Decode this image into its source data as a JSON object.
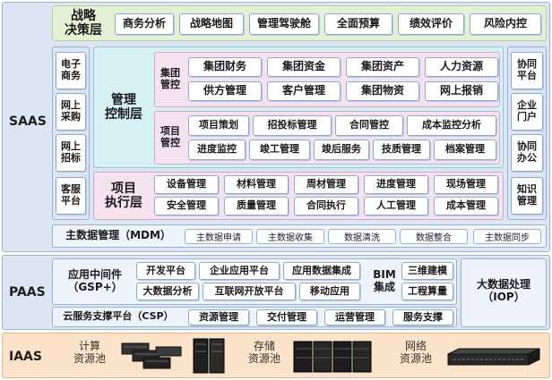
{
  "layers": {
    "saas": "SAAS",
    "paas": "PAAS",
    "iaas": "IAAS"
  },
  "strategy": {
    "title_line1": "战略",
    "title_line2": "决策层",
    "items": [
      "商务分析",
      "战略地图",
      "管理驾驶舱",
      "全面预算",
      "绩效评价",
      "风险内控"
    ]
  },
  "left_col": [
    "电子\n商务",
    "网上\n采购",
    "网上\n招标",
    "客服\n平台"
  ],
  "right_col": [
    "协同\n平台",
    "企业\n门户",
    "协同\n办公",
    "知识\n管理"
  ],
  "mgmt": {
    "title_line1": "管理",
    "title_line2": "控制层",
    "group_label_line1": "集团",
    "group_label_line2": "管控",
    "group_items": [
      "集团财务",
      "集团资金",
      "集团资产",
      "人力资源",
      "供方管理",
      "客户管理",
      "集团物资",
      "网上报销"
    ],
    "project_label_line1": "项目",
    "project_label_line2": "管控",
    "project_items": [
      "项目策划",
      "招投标管理",
      "合同管控",
      "成本监控分析",
      "进度监控",
      "竣工管理",
      "竣后服务",
      "技质管理",
      "档案管理"
    ]
  },
  "exec": {
    "title_line1": "项目",
    "title_line2": "执行层",
    "items": [
      "设备管理",
      "材料管理",
      "周材管理",
      "进度管理",
      "现场管理",
      "安全管理",
      "质量管理",
      "合同执行",
      "人工管理",
      "成本管理"
    ]
  },
  "mdm": {
    "title": "主数据管理（MDM）",
    "items": [
      "主数据申请",
      "主数据收集",
      "数据清洗",
      "数据整合",
      "主数据同步"
    ]
  },
  "paas": {
    "gsp_line1": "应用中间件",
    "gsp_line2": "（GSP+）",
    "gsp_items": [
      "开发平台",
      "企业应用平台",
      "应用数据集成",
      "大数据分析",
      "互联网开放平台",
      "移动应用"
    ],
    "bim_line1": "BIM",
    "bim_line2": "集成",
    "bim_items": [
      "三维建模",
      "工程算量"
    ],
    "csp_title": "云服务支撑平台（CSP）",
    "csp_items": [
      "资源管理",
      "交付管理",
      "运营管理",
      "服务支撑"
    ],
    "iop_line1": "大数据处理",
    "iop_line2": "（IOP）"
  },
  "iaas": {
    "compute_line1": "计算",
    "compute_line2": "资源池",
    "storage_line1": "存储",
    "storage_line2": "资源池",
    "network_line1": "网络",
    "network_line2": "资源池"
  }
}
